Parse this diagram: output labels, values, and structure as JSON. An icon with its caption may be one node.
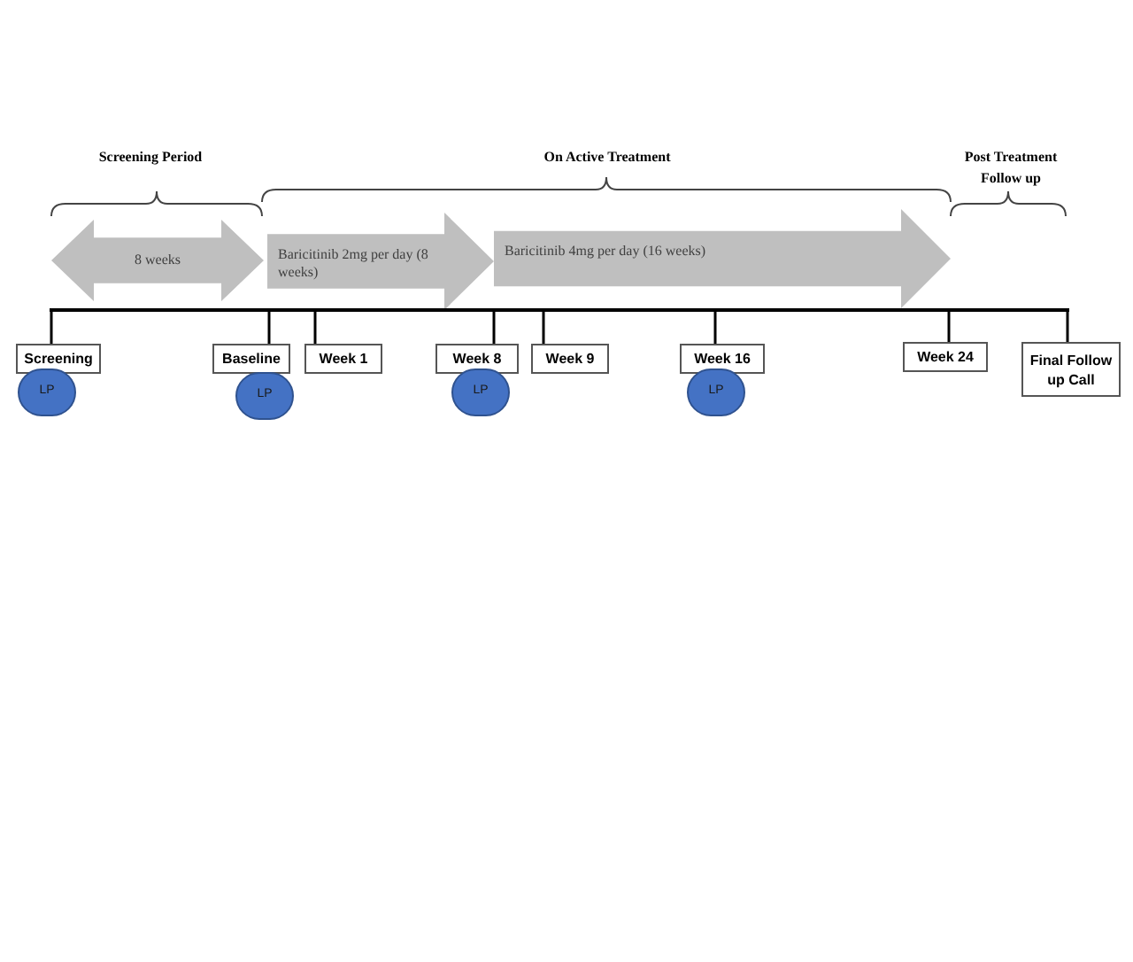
{
  "diagram": {
    "nodes": [
      {
        "text": [
          "8 weeks"
        ]
      },
      {
        "text": [
          "Baricitinib 2mg per day (8 weeks)"
        ]
      },
      {
        "text": [
          "Baricitinib 4mg per day (16 weeks)"
        ]
      },
      {
        "text": [],
        "shape": "bar"
      },
      {
        "text": [
          "Screening"
        ]
      },
      {
        "text": [
          "Baseline"
        ]
      },
      {
        "text": [
          "Week 1"
        ]
      },
      {
        "text": [
          "Week 8"
        ]
      },
      {
        "text": [
          "Week 9"
        ]
      },
      {
        "text": [
          "Week 16"
        ]
      },
      {
        "text": [
          "Week 24"
        ]
      },
      {
        "text": [
          "Final Follow up Call"
        ]
      },
      {
        "text": [
          "LP"
        ]
      },
      {
        "text": [
          "LP"
        ]
      },
      {
        "text": [
          "LP"
        ]
      },
      {
        "text": [
          "LP"
        ]
      }
    ],
    "edges": [
      {
        "from": 3,
        "to": 4,
        "arrow": "none"
      },
      {
        "from": 3,
        "to": 5,
        "arrow": "none"
      },
      {
        "from": 3,
        "to": 6,
        "arrow": "none"
      },
      {
        "from": 3,
        "to": 7,
        "arrow": "none"
      },
      {
        "from": 3,
        "to": 8,
        "arrow": "none"
      },
      {
        "from": 3,
        "to": 9,
        "arrow": "none"
      },
      {
        "from": 3,
        "to": 10,
        "arrow": "none"
      },
      {
        "from": 3,
        "to": 11,
        "arrow": "none"
      }
    ],
    "labels": [
      "Screening Period",
      "On Active Treatment",
      "Post Treatment Follow up"
    ]
  }
}
